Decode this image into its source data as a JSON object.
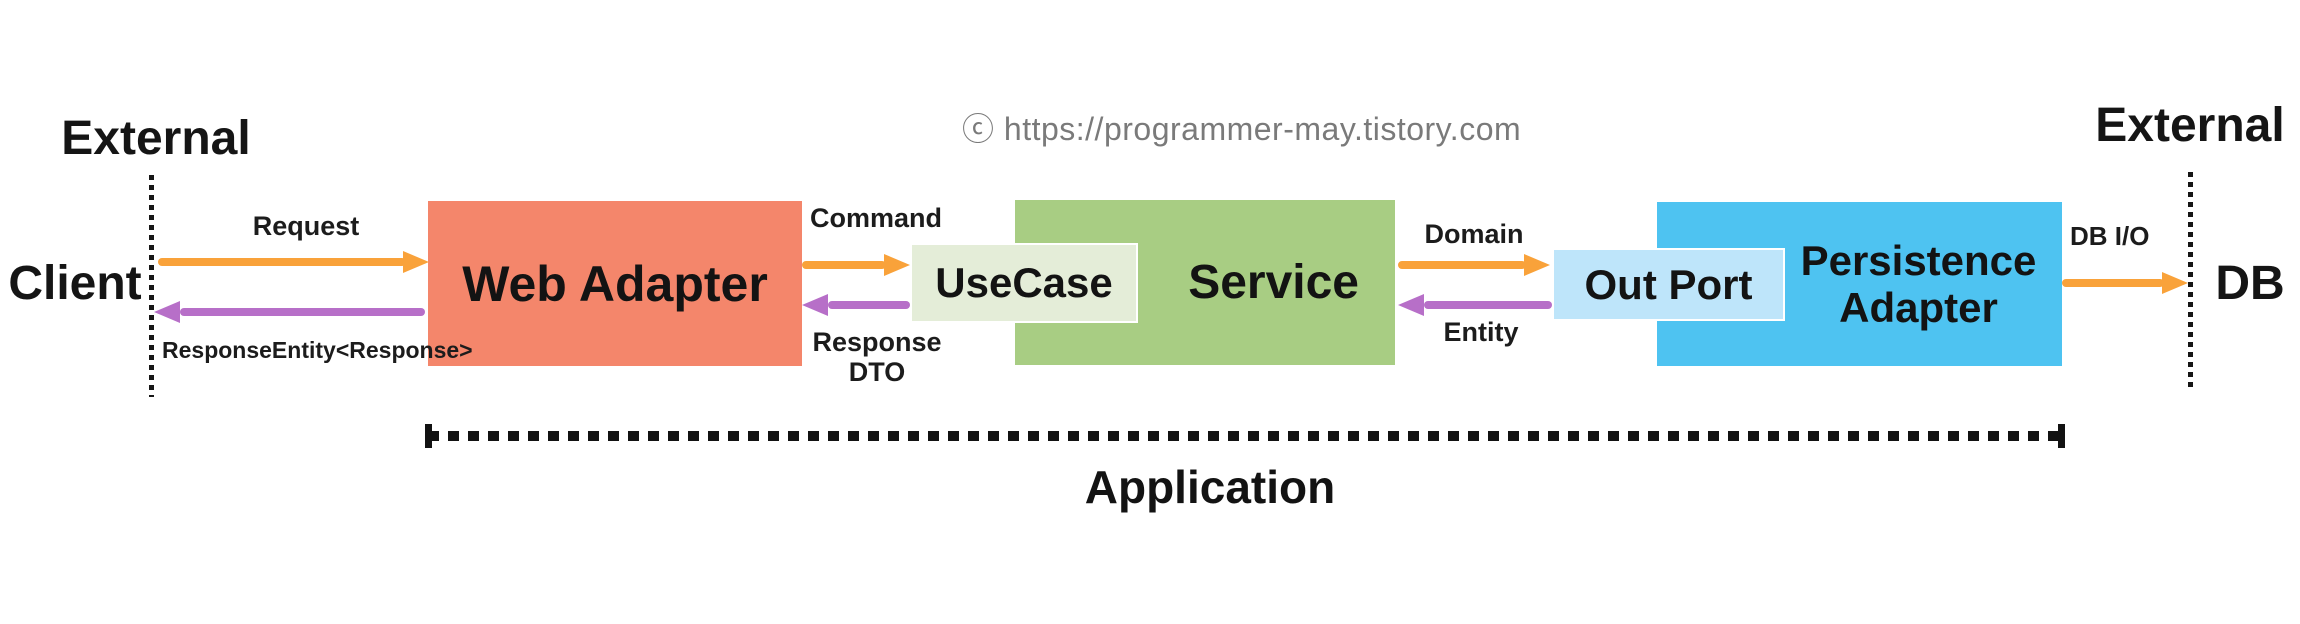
{
  "copyright": "ⓒ https://programmer-may.tistory.com",
  "labels": {
    "external_left": "External",
    "external_right": "External",
    "client": "Client",
    "db": "DB",
    "application": "Application"
  },
  "boxes": {
    "web_adapter": {
      "label": "Web Adapter",
      "color": "#F4866B"
    },
    "usecase": {
      "label": "UseCase",
      "color": "#E4EDD8"
    },
    "service": {
      "label": "Service",
      "color": "#A8CD83"
    },
    "out_port": {
      "label": "Out Port",
      "color": "#BEE5FA"
    },
    "persistence_adapter": {
      "label_line1": "Persistence",
      "label_line2": "Adapter",
      "color": "#4EC3F1"
    }
  },
  "arrows": {
    "request": {
      "label": "Request",
      "color": "#F9A23A",
      "direction": "right",
      "from": "Client",
      "to": "Web Adapter"
    },
    "response_entity": {
      "label": "ResponseEntity<Response>",
      "color": "#B76FC8",
      "direction": "left",
      "from": "Web Adapter",
      "to": "Client"
    },
    "command": {
      "label": "Command",
      "color": "#F9A23A",
      "direction": "right",
      "from": "Web Adapter",
      "to": "UseCase"
    },
    "response_dto": {
      "label_line1": "Response",
      "label_line2": "DTO",
      "color": "#B76FC8",
      "direction": "left",
      "from": "UseCase",
      "to": "Web Adapter"
    },
    "domain": {
      "label": "Domain",
      "color": "#F9A23A",
      "direction": "right",
      "from": "Service",
      "to": "Out Port"
    },
    "entity": {
      "label": "Entity",
      "color": "#B76FC8",
      "direction": "left",
      "from": "Out Port",
      "to": "Service"
    },
    "db_io": {
      "label": "DB I/O",
      "color": "#F9A23A",
      "direction": "right",
      "from": "Persistence Adapter",
      "to": "DB"
    }
  },
  "colors": {
    "arrow_orange": "#F9A23A",
    "arrow_purple": "#B76FC8",
    "text_black": "#151515",
    "copyright_gray": "#7A7A7A",
    "background": "#FFFFFF"
  }
}
